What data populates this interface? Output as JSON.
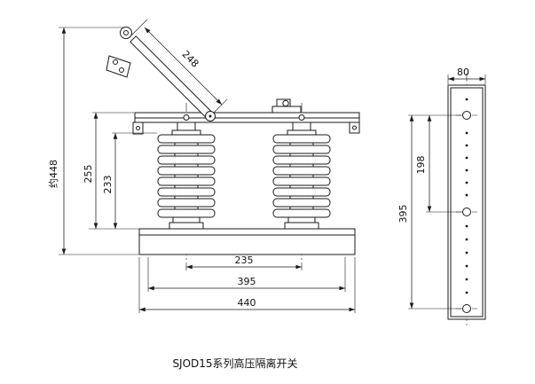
{
  "caption": "SJOD15系列高压隔离开关",
  "front_view": {
    "dims": {
      "arm_length": "248",
      "overall_height": "约448",
      "height_to_bar": "255",
      "insulator_height": "233",
      "pole_spacing": "235",
      "mount_hole_spacing": "395",
      "base_width": "440"
    }
  },
  "side_view": {
    "dims": {
      "width": "80",
      "upper_hole_pitch": "198",
      "hole_span": "395"
    }
  }
}
